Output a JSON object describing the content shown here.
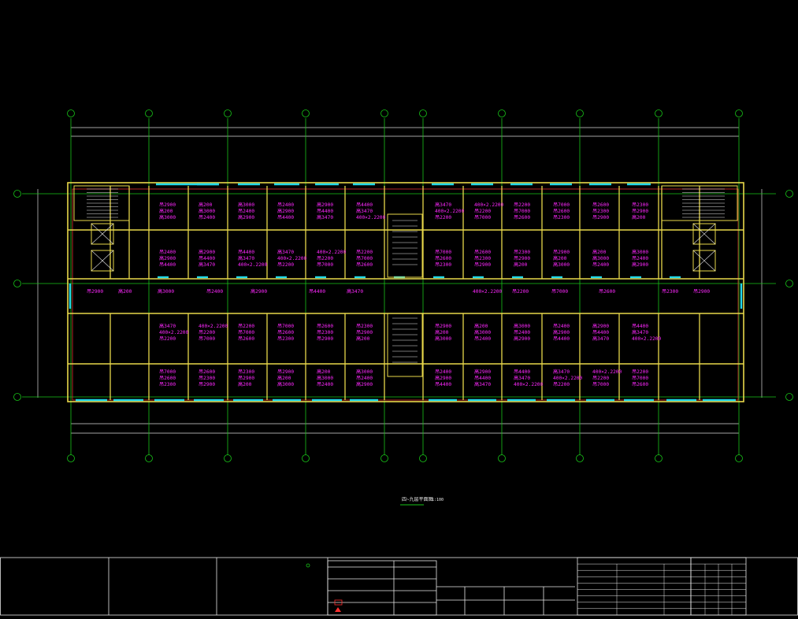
{
  "colors": {
    "background": "#000000",
    "grid_axis": "#18c418",
    "wall": "#e8d84a",
    "window": "#22d8e8",
    "annotation": "#ff28ff",
    "dimension": "#d8d8d8",
    "red_line": "#e03030",
    "titleblock": "#e8e8e8"
  },
  "plan": {
    "caption": "四~九层平面图",
    "scale": "1:100"
  },
  "room_labels": [
    "吊2900",
    "高200",
    "高3000",
    "吊2400",
    "高2900",
    "吊4400",
    "高3470",
    "400×2.2200",
    "吊2200",
    "吊7000",
    "吊2600",
    "吊2300"
  ]
}
